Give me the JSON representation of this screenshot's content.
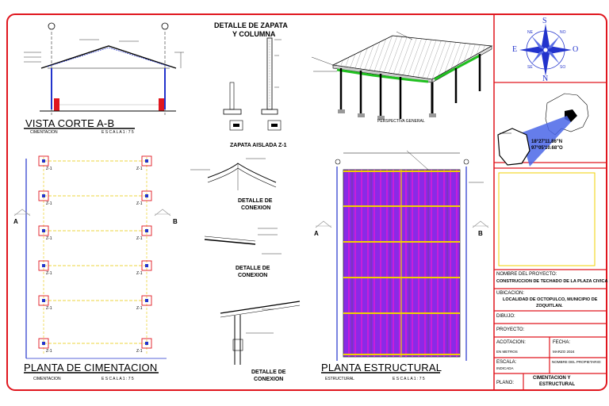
{
  "views": {
    "section_title": "VISTA CORTE A-B",
    "section_sub": "CIMENTACION",
    "section_scale": "E S C A L A  1 : 7 5",
    "footing_title_1": "DETALLE DE ZAPATA",
    "footing_title_2": "Y COLUMNA",
    "footing_sub": "ZAPATA AISLADA Z-1",
    "perspective_label": "PERSPECTIVA GENERAL",
    "foundation_title": "PLANTA DE CIMENTACION",
    "foundation_sub": "CIMENTACION",
    "foundation_scale": "E S C A L A  1 : 7 5",
    "structural_title": "PLANTA ESTRUCTURAL",
    "structural_sub": "ESTRUCTURAL",
    "structural_scale": "E S C A L A  1 : 7 5",
    "detail_1": "DETALLE DE",
    "detail_1b": "CONEXION",
    "detail_2": "DETALLE DE",
    "detail_2b": "CONEXION",
    "detail_3": "DETALLE DE",
    "detail_3b": "CONEXION",
    "footing_tag": "Z-1",
    "section_a": "A",
    "section_b": "B"
  },
  "compass": {
    "n": "N",
    "s": "S",
    "e": "E",
    "o": "O",
    "ne": "NE",
    "no": "NO",
    "se": "SE",
    "so": "SO"
  },
  "location": {
    "coord_1": "18°27'11.86\"N",
    "coord_2": "97°05'10.68\"O"
  },
  "title_block": {
    "project_label": "NOMBRE DEL PROYECTO:",
    "project_value": "CONSTRUCCION DE TECHADO DE LA PLAZA CIVICA",
    "location_label": "UBICACION:",
    "location_value_1": "LOCALIDAD DE OCTOPULCO, MUNICIPIO DE",
    "location_value_2": "ZOQUITLAN.",
    "drew_label": "DIBUJO:",
    "project_by_label": "PROYECTO:",
    "units_label": "ACOTACION:",
    "units_value": "EN METROS",
    "date_label": "FECHA:",
    "date_value": "MARZO 2024",
    "scale_label": "ESCALA:",
    "scale_value": "INDICADA",
    "owner_label": "NOMBRE DEL PROPIETARIO:",
    "sheet_label": "PLANO:",
    "sheet_value_1": "CIMENTACION Y",
    "sheet_value_2": "ESTRUCTURAL"
  }
}
